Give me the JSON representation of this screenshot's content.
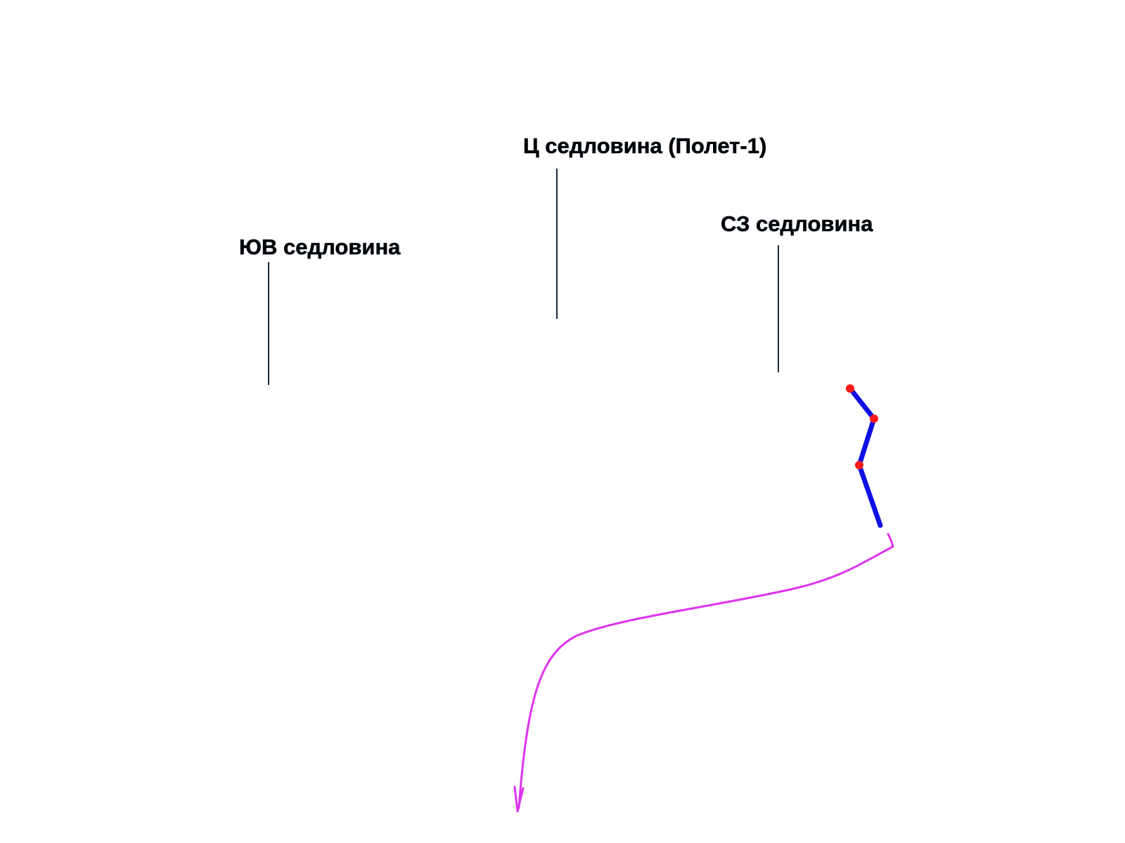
{
  "labels": {
    "se_saddle": "ЮВ седловина",
    "central_saddle": "Ц седловина (Полет-1)",
    "nw_saddle": "СЗ седловина"
  },
  "colors": {
    "label_text": "#000000",
    "leader_line": "#1a2a3a",
    "route": "#1010e6",
    "waypoint": "#ff1a1a",
    "descent_path": "#dd33ee",
    "background": "#ffffff"
  },
  "icons": {
    "descent_arrowhead": "arrow-down-icon",
    "waypoint_marker": "circle-dot-icon"
  }
}
